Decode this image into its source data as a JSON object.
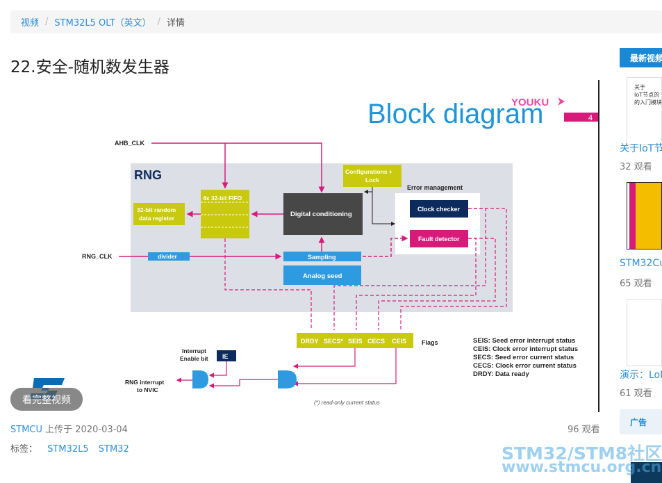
{
  "breadcrumb": {
    "items": [
      "视频",
      "STM32L5 OLT（英文）"
    ],
    "separator": "/",
    "current": "详情"
  },
  "video": {
    "title": "22.安全-随机数发生器",
    "watch_full_button": "看完整视频",
    "uploader": "STMCU",
    "uploaded_on": "上传于 2020-03-04",
    "views": "96 观看",
    "tags_label": "标签：",
    "tags": [
      "STM32L5",
      "STM32"
    ]
  },
  "slide": {
    "brand": "YOUKU",
    "heading": "Block diagram",
    "page_number": "4",
    "labels": {
      "ahb_clk": "AHB_CLK",
      "rng_clk": "RNG_CLK",
      "rng": "RNG",
      "fifo": "4x 32-bit FIFO",
      "data_register_1": "32-bit random",
      "data_register_2": "data register",
      "digital_conditioning": "Digital conditioning",
      "config_lock_1": "Configurations +",
      "config_lock_2": "Lock",
      "error_management": "Error management",
      "clock_checker": "Clock checker",
      "fault_detector": "Fault detector",
      "divider": "divider",
      "sampling": "Sampling",
      "analog_seed": "Analog seed",
      "flags_label": "Flags",
      "flag_cells": [
        "DRDY",
        "SECS*",
        "SEIS",
        "CECS",
        "CEIS"
      ],
      "interrupt_enable_1": "Interrupt",
      "interrupt_enable_2": "Enable bit",
      "ie": "IE",
      "rng_interrupt_1": "RNG interrupt",
      "rng_interrupt_2": "to NVIC",
      "footnote": "(*) read-only current status",
      "legend": [
        "SEIS: Seed error interrupt status",
        "CEIS: Clock error interrupt status",
        "SECS: Seed error current status",
        "CECS: Clock error current status",
        "DRDY: Data ready"
      ]
    },
    "colors": {
      "magenta": "#d81b7a",
      "lime": "#c9c90e",
      "blue": "#2e9be0",
      "dark_box": "#474747",
      "navy_box": "#0d2a5c",
      "panel_gray": "#dcdfe6"
    }
  },
  "sidebar": {
    "latest_header": "最新视频",
    "items": [
      {
        "thumb_text_1": "关于",
        "thumb_text_2": "IoT节点的",
        "thumb_text_3": "的入门模块",
        "title": "关于IoT节点",
        "views": "32 观看"
      },
      {
        "title": "STM32Cu",
        "views": "65 观看"
      },
      {
        "title": "演示：LoRa",
        "views": "61 观看"
      }
    ],
    "ad_header": "广告"
  },
  "watermark": {
    "line1": "STM32/STM8社区",
    "line2": "www.stmcu.org.cn"
  }
}
